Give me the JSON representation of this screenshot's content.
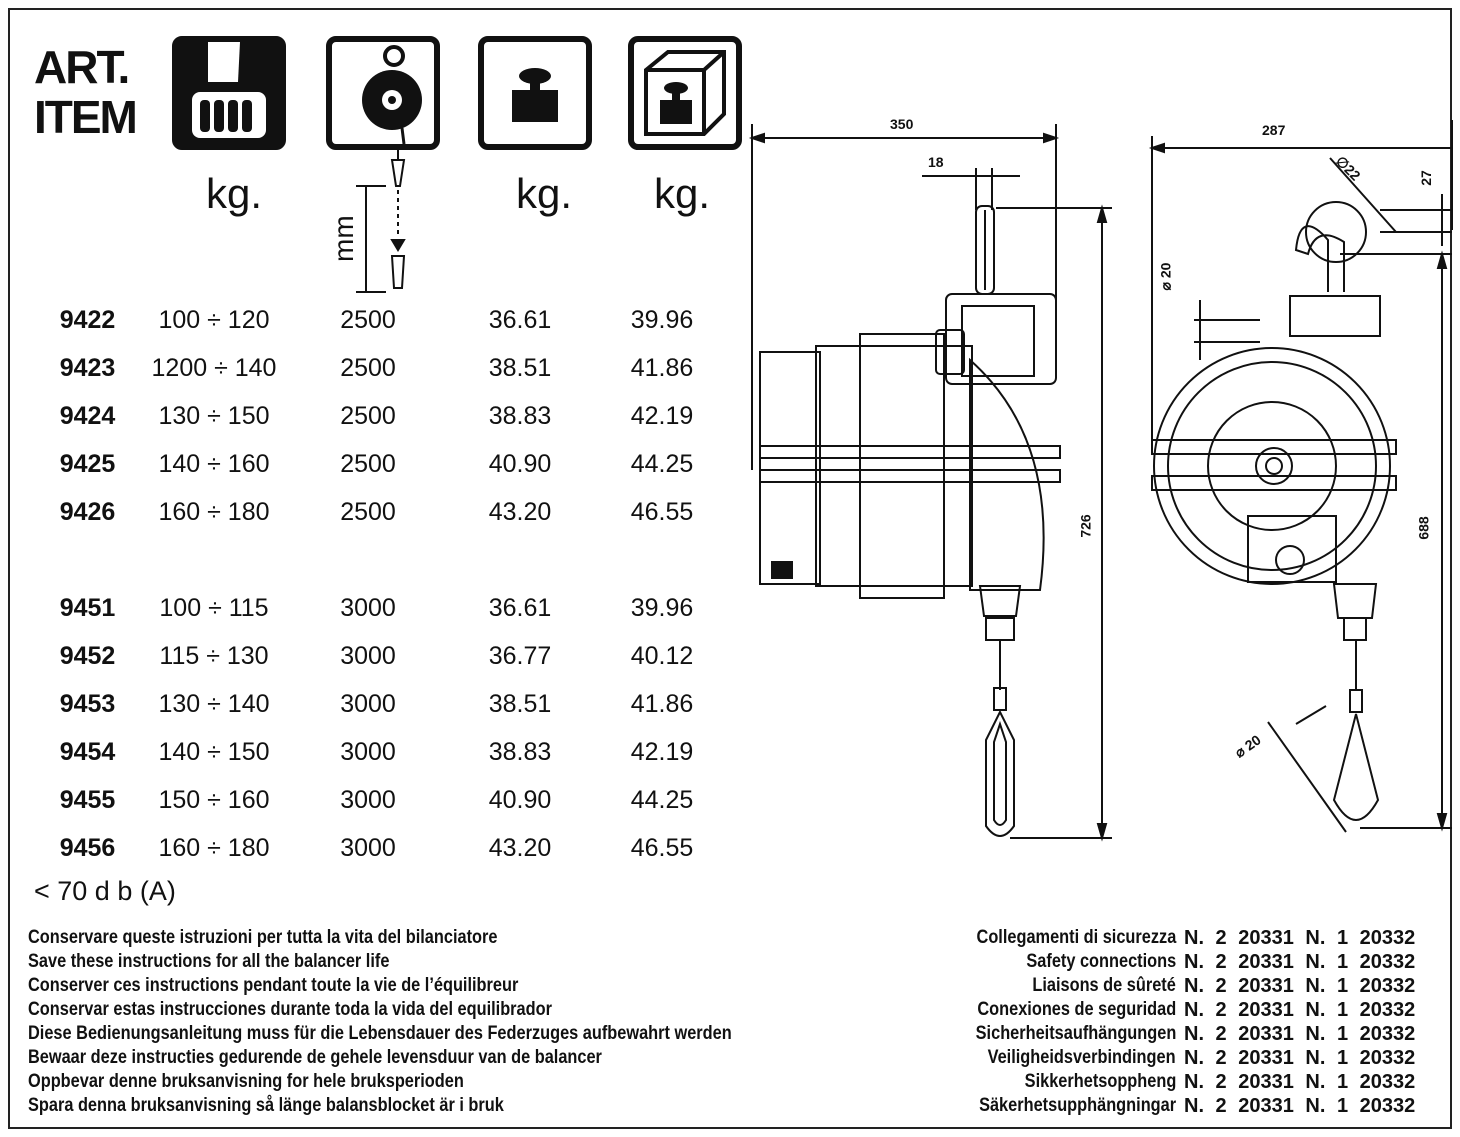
{
  "header": {
    "art_line1": "ART.",
    "art_line2": "ITEM",
    "unit_capacity": "kg.",
    "unit_stroke": "mm",
    "unit_weight": "kg.",
    "unit_weight_packed": "kg."
  },
  "icons": [
    "hand-load-icon",
    "spring-balancer-icon",
    "weight-icon",
    "packed-weight-icon"
  ],
  "rows": [
    {
      "code": "9422",
      "load": "100 ÷ 120",
      "stroke": "2500",
      "weight": "36.61",
      "packed": "39.96"
    },
    {
      "code": "9423",
      "load": "1200 ÷ 140",
      "stroke": "2500",
      "weight": "38.51",
      "packed": "41.86"
    },
    {
      "code": "9424",
      "load": "130 ÷ 150",
      "stroke": "2500",
      "weight": "38.83",
      "packed": "42.19"
    },
    {
      "code": "9425",
      "load": "140 ÷ 160",
      "stroke": "2500",
      "weight": "40.90",
      "packed": "44.25"
    },
    {
      "code": "9426",
      "load": "160 ÷ 180",
      "stroke": "2500",
      "weight": "43.20",
      "packed": "46.55"
    },
    {
      "code": "9451",
      "load": "100 ÷ 115",
      "stroke": "3000",
      "weight": "36.61",
      "packed": "39.96"
    },
    {
      "code": "9452",
      "load": "115 ÷ 130",
      "stroke": "3000",
      "weight": "36.77",
      "packed": "40.12"
    },
    {
      "code": "9453",
      "load": "130 ÷ 140",
      "stroke": "3000",
      "weight": "38.51",
      "packed": "41.86"
    },
    {
      "code": "9454",
      "load": "140 ÷ 150",
      "stroke": "3000",
      "weight": "38.83",
      "packed": "42.19"
    },
    {
      "code": "9455",
      "load": "150 ÷ 160",
      "stroke": "3000",
      "weight": "40.90",
      "packed": "44.25"
    },
    {
      "code": "9456",
      "load": "160 ÷ 180",
      "stroke": "3000",
      "weight": "43.20",
      "packed": "46.55"
    }
  ],
  "noise": "< 70 d b (A)",
  "dimensions": {
    "width_front": "350",
    "hook_width": "18",
    "height_front": "726",
    "width_side": "287",
    "hook_dia": "∅22",
    "hook_offset": "27",
    "pin_dia": "⌀ 20",
    "height_side": "688",
    "carabiner_dia": "⌀ 20"
  },
  "instructions": [
    "Conservare queste istruzioni per tutta la vita del bilanciatore",
    "Save these instructions for all the balancer life",
    "Conserver ces instructions pendant toute la vie de l’équilibreur",
    "Conservar estas instrucciones durante toda la vida del equilibrador",
    "Diese Bedienungsanleitung muss für die Lebensdauer des Federzuges aufbewahrt werden",
    "Bewaar deze instructies gedurende de gehele levensduur van de balancer",
    "Oppbevar denne bruksanvisning for hele bruksperioden",
    "Spara denna bruksanvisning så länge balansblocket är i bruk"
  ],
  "safety": [
    {
      "label": "Collegamenti di sicurezza",
      "value": "N. 2  20331  N. 1  20332"
    },
    {
      "label": "Safety connections",
      "value": "N. 2  20331  N. 1  20332"
    },
    {
      "label": "Liaisons de sûreté",
      "value": "N. 2  20331  N. 1  20332"
    },
    {
      "label": "Conexiones de seguridad",
      "value": "N. 2  20331  N. 1  20332"
    },
    {
      "label": "Sicherheitsaufhängungen",
      "value": "N. 2  20331  N. 1  20332"
    },
    {
      "label": "Veiligheidsverbindingen",
      "value": "N. 2  20331  N. 1  20332"
    },
    {
      "label": "Sikkerhetsoppheng",
      "value": "N. 2  20331  N. 1  20332"
    },
    {
      "label": "Säkerhetsupphängningar",
      "value": "N. 2  20331  N. 1  20332"
    }
  ]
}
